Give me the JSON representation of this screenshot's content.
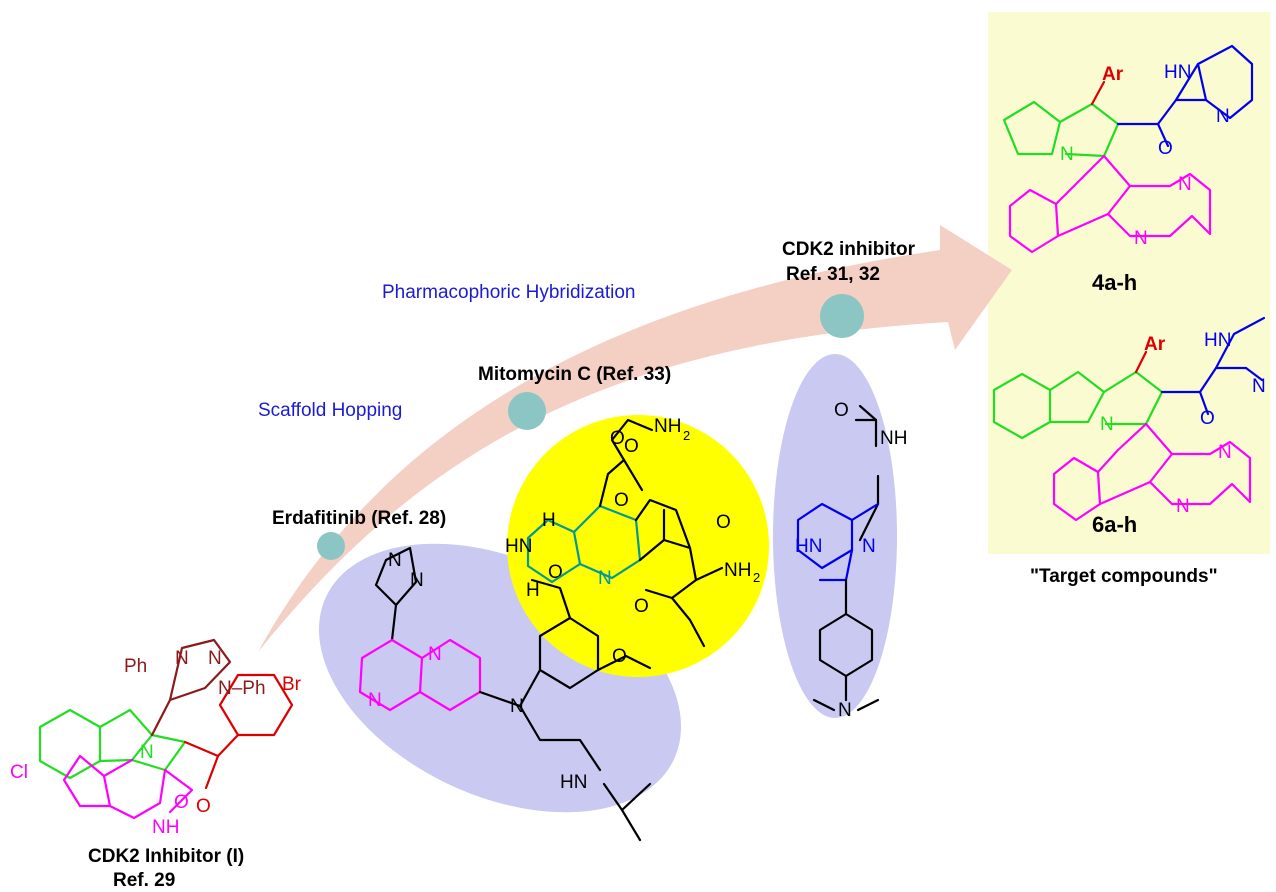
{
  "labels": {
    "cdk2_inhibitor_i": "CDK2 Inhibitor (I)",
    "ref_29": "Ref. 29",
    "erdafitinib": "Erdafitinib (Ref. 28)",
    "mitomycin": "Mitomycin C (Ref. 33)",
    "cdk2_inhibitor": "CDK2 inhibitor",
    "ref_31_32": "Ref. 31, 32",
    "scaffold_hopping": "Scaffold Hopping",
    "pharmacophoric": "Pharmacophoric Hybridization",
    "compound_4": "4a-h",
    "compound_6": "6a-h",
    "target": "\"Target compounds\""
  },
  "atoms": {
    "ph": "Ph",
    "n": "N",
    "br": "Br",
    "cl": "Cl",
    "o": "O",
    "nh": "NH",
    "h": "H",
    "hn": "HN",
    "hn_bare": "HN",
    "nh2": "NH",
    "sub2": "2",
    "ar": "Ar",
    "n_ph": "N–Ph"
  },
  "colors": {
    "arrow": "#f3cfc4",
    "dot": "#8cc6c4",
    "ellipse": "#c9c9f2",
    "yellow_circle": "#ffff00",
    "panel": "#fbfbd2",
    "green": "#22dd22",
    "magenta": "#ff00ff",
    "blue": "#0000ee",
    "red": "#dd0000",
    "maroon": "#8b1a1a",
    "teal": "#009999",
    "black": "#000000"
  }
}
